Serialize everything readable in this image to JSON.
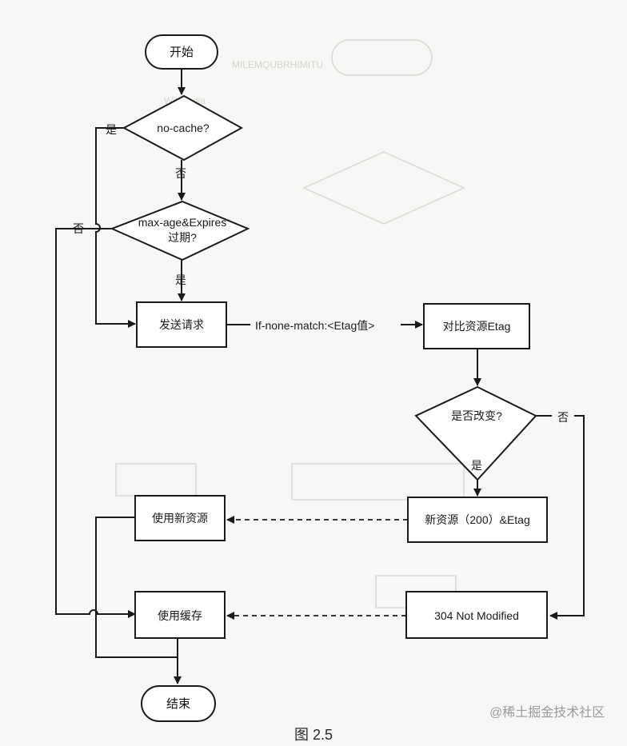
{
  "nodes": {
    "start": "开始",
    "no_cache": "no-cache?",
    "max_age_line1": "max-age&Expires",
    "max_age_line2": "过期?",
    "send_request": "发送请求",
    "compare_etag": "对比资源Etag",
    "changed": "是否改变?",
    "new_resource_etag": "新资源（200）&Etag",
    "use_new_resource": "使用新资源",
    "not_modified": "304 Not Modified",
    "use_cache": "使用缓存",
    "end": "结束"
  },
  "edge_labels": {
    "nocache_yes": "是",
    "nocache_no": "否",
    "maxage_no": "否",
    "maxage_yes": "是",
    "if_none_match": "If-none-match:<Etag值>",
    "changed_no": "否",
    "changed_yes": "是"
  },
  "watermark": "@稀土掘金技术社区",
  "caption": "图 2.5"
}
